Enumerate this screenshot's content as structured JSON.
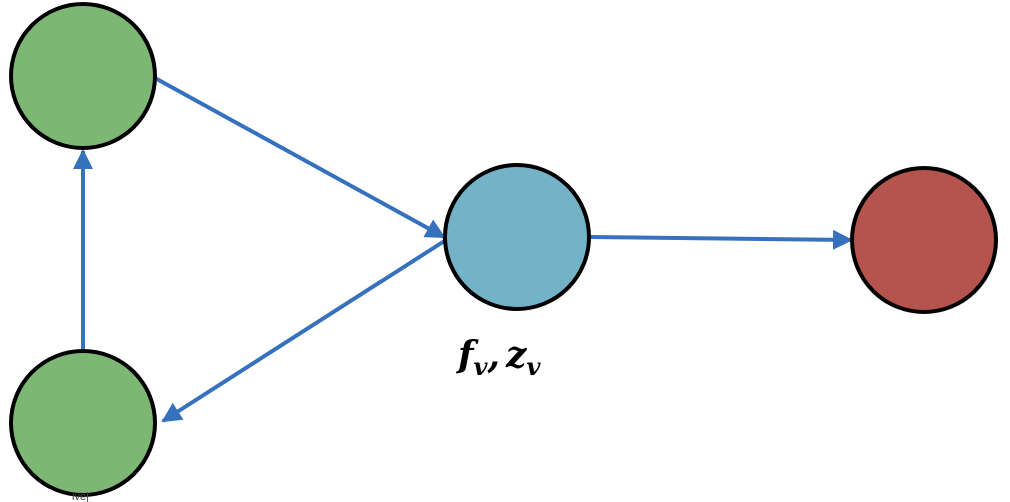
{
  "colors": {
    "node_green": "#7db774",
    "node_blue": "#74b2c8",
    "node_red": "#b5534d",
    "edge_blue": "#3571bd",
    "outline": "#000000"
  },
  "nodes": [
    {
      "id": "top-left-node",
      "label": ""
    },
    {
      "id": "bottom-left-node",
      "label": ""
    },
    {
      "id": "center-node",
      "label": "f_v, z_v"
    },
    {
      "id": "right-node",
      "label": ""
    }
  ],
  "center_label": {
    "f": "f",
    "f_sub": "v",
    "comma": ",",
    "z": "z",
    "z_sub": "v"
  },
  "edges": [
    {
      "from": "top-left-node",
      "to": "center-node"
    },
    {
      "from": "center-node",
      "to": "bottom-left-node"
    },
    {
      "from": "bottom-left-node",
      "to": "top-left-node"
    },
    {
      "from": "center-node",
      "to": "right-node"
    }
  ],
  "stray_text": "ive|"
}
